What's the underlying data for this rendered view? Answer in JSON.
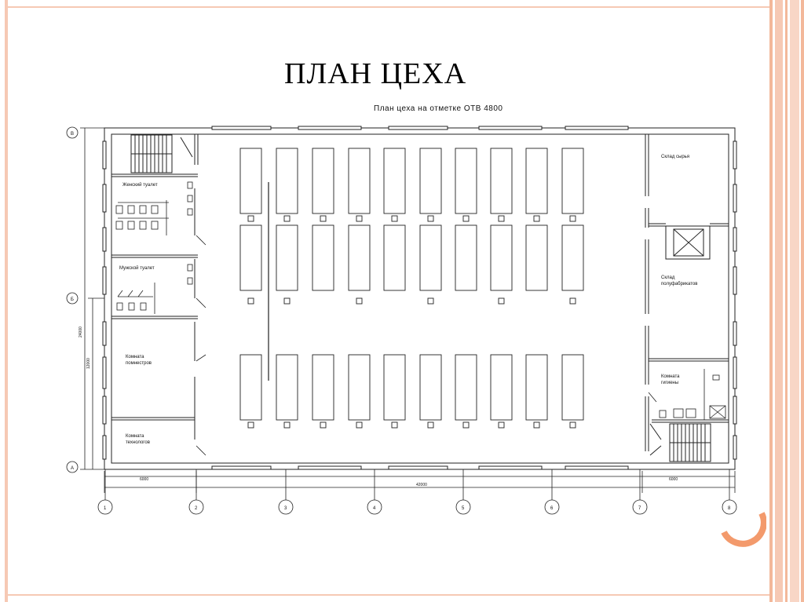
{
  "slide": {
    "title": "ПЛАН ЦЕХА",
    "accent_color": "#f39a6c",
    "frame_color": "#f6c9b4"
  },
  "plan": {
    "subtitle": "План цеха  на отметке ОТВ 4800",
    "rooms": {
      "women_toilet": "Женский туалет",
      "men_toilet": "Мужской туалет",
      "foremen_room_line1": "Комната",
      "foremen_room_line2": "помнестров",
      "technologists_room_line1": "Комната",
      "technologists_room_line2": "технологов",
      "raw_storage": "Склад сырья",
      "semi_storage_line1": "Склад",
      "semi_storage_line2": "полуфабрикатов",
      "hygiene_room_line1": "Комната",
      "hygiene_room_line2": "гигиены"
    },
    "dimensions": {
      "total_length": "42000",
      "left_bay": "6000",
      "right_bay": "6000",
      "total_width": "24000",
      "half_width": "12000"
    },
    "row_axes": [
      "В",
      "Б",
      "А"
    ],
    "column_axes": [
      "1",
      "2",
      "3",
      "4",
      "5",
      "6",
      "7",
      "8"
    ]
  }
}
